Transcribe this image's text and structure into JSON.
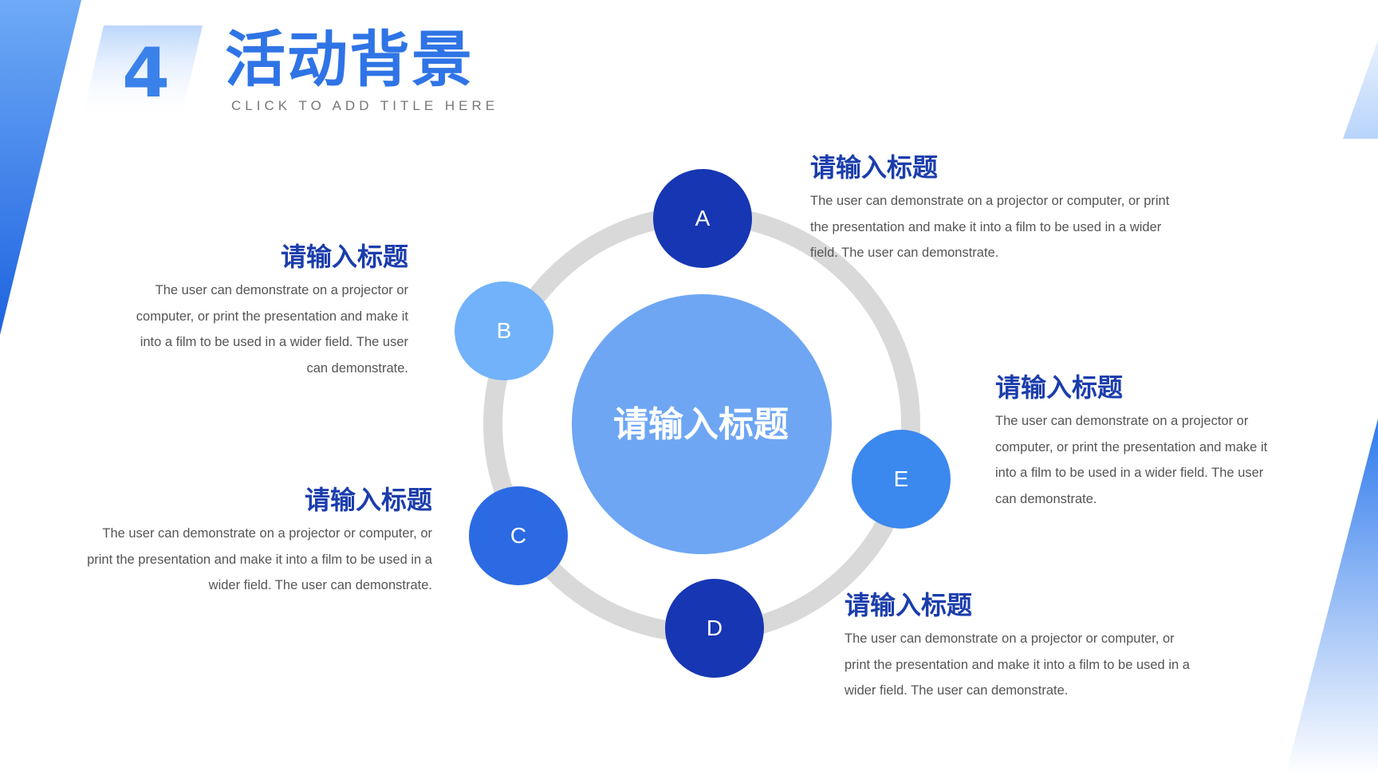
{
  "header": {
    "number": "4",
    "title": "活动背景",
    "subtitle": "CLICK TO ADD TITLE HERE"
  },
  "diagram": {
    "center": {
      "label": "请输入标题",
      "color": "#6ea6f4"
    },
    "ring_color": "#d9d9d9",
    "nodes": [
      {
        "letter": "A",
        "color": "#1636b3"
      },
      {
        "letter": "B",
        "color": "#72b2fa"
      },
      {
        "letter": "C",
        "color": "#2c6ae3"
      },
      {
        "letter": "D",
        "color": "#1636b3"
      },
      {
        "letter": "E",
        "color": "#3b88ee"
      }
    ]
  },
  "blocks": {
    "a": {
      "heading": "请输入标题",
      "text": "The user can demonstrate on a projector or computer, or print the presentation and make it into a film to be used in a wider field. The user can demonstrate."
    },
    "b": {
      "heading": "请输入标题",
      "text": "The user can demonstrate on a projector or computer, or print the presentation and make it into a film to be used in a wider field. The user can demonstrate."
    },
    "c": {
      "heading": "请输入标题",
      "text": "The user can demonstrate on a projector or computer, or print the presentation and make it into a film to be used in a wider field. The user can demonstrate."
    },
    "d": {
      "heading": "请输入标题",
      "text": "The user can demonstrate on a projector or computer, or print the presentation and make it into a film to be used in a wider field. The user can demonstrate."
    },
    "e": {
      "heading": "请输入标题",
      "text": "The user can demonstrate on a projector or computer, or print the presentation and make it into a film to be used in a wider field. The user can demonstrate."
    }
  },
  "colors": {
    "accent": "#2f74e6",
    "heading": "#1b3dac",
    "body_text": "#555555"
  }
}
